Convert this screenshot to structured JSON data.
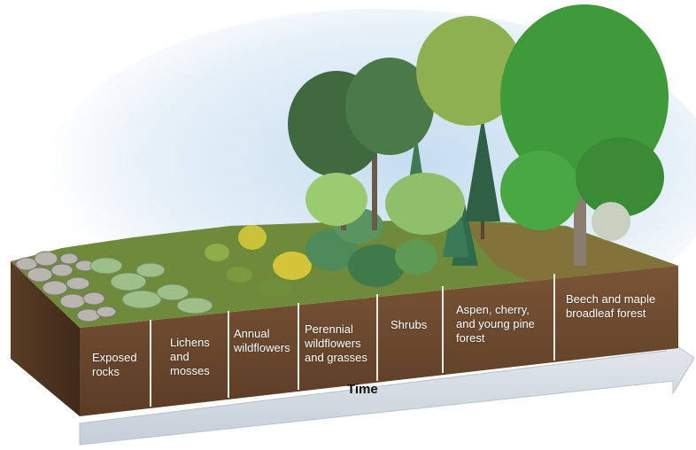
{
  "stages": [
    {
      "label": "Exposed\nrocks"
    },
    {
      "label": "Lichens\nand\nmosses"
    },
    {
      "label": "Annual\nwildflowers"
    },
    {
      "label": "Perennial\nwildflowers\nand grasses"
    },
    {
      "label": "Shrubs"
    },
    {
      "label": "Aspen, cherry,\nand young pine\nforest"
    },
    {
      "label": "Beech and maple\nbroadleaf forest"
    }
  ],
  "time_axis": {
    "label": "Time"
  },
  "colors": {
    "soil_front": "#6b4a2f",
    "soil_side": "#4e3420",
    "divider": "#f0ece4",
    "arrow": "#d4dbe3",
    "sky": "#cfe2f2"
  }
}
